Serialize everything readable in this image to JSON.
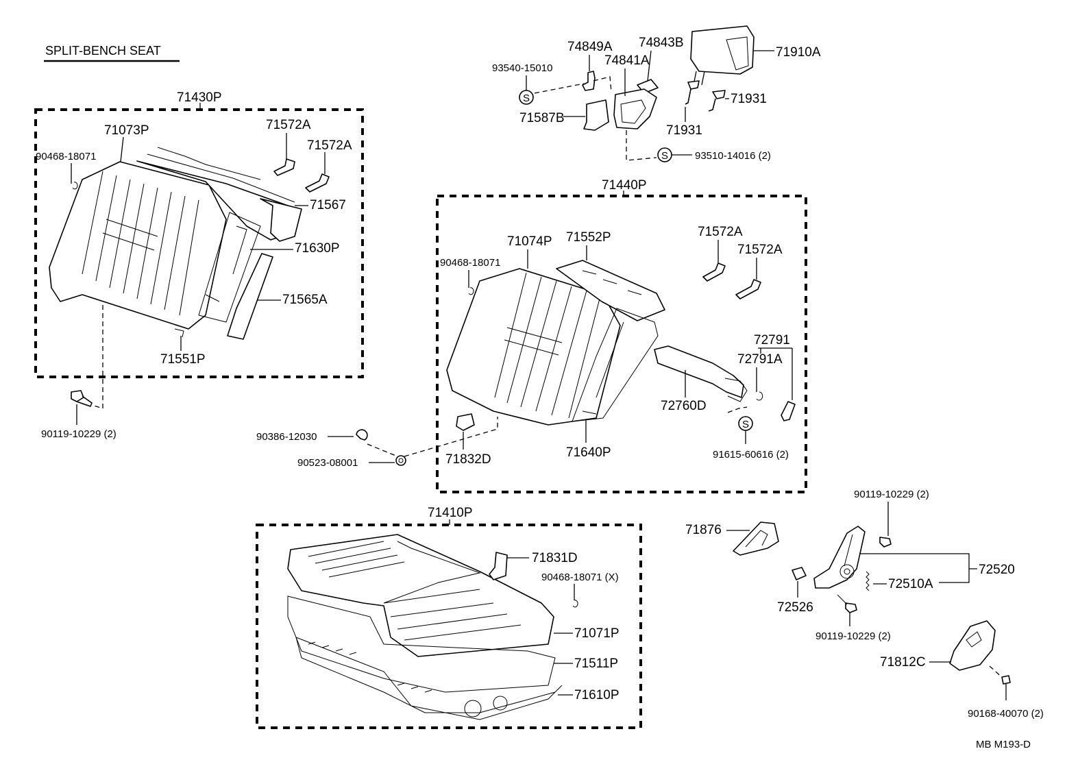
{
  "title": "SPLIT-BENCH SEAT",
  "footer_code": "MB  M193-D",
  "groups": [
    {
      "id": "g1",
      "label": "71430P"
    },
    {
      "id": "g2",
      "label": "71440P"
    },
    {
      "id": "g3",
      "label": "71410P"
    }
  ],
  "callouts": [
    "71073P",
    "90468-18071",
    "71572A",
    "71572A",
    "71567",
    "71630P",
    "71565A",
    "71551P",
    "90119-10229 (2)",
    "74849A",
    "74843B",
    "71910A",
    "93540-15010",
    "74841A",
    "71931",
    "71587B",
    "71931",
    "93510-14016 (2)",
    "71074P",
    "71552P",
    "90468-18071",
    "71572A",
    "71572A",
    "72791",
    "72791A",
    "72760D",
    "71832D",
    "71640P",
    "91615-60616 (2)",
    "90386-12030",
    "90523-08001",
    "71831D",
    "90468-18071 (X)",
    "71071P",
    "71511P",
    "71610P",
    "71876",
    "90119-10229 (2)",
    "72520",
    "72510A",
    "72526",
    "90119-10229 (2)",
    "71812C",
    "90168-40070 (2)"
  ],
  "symbol_letter": "S"
}
